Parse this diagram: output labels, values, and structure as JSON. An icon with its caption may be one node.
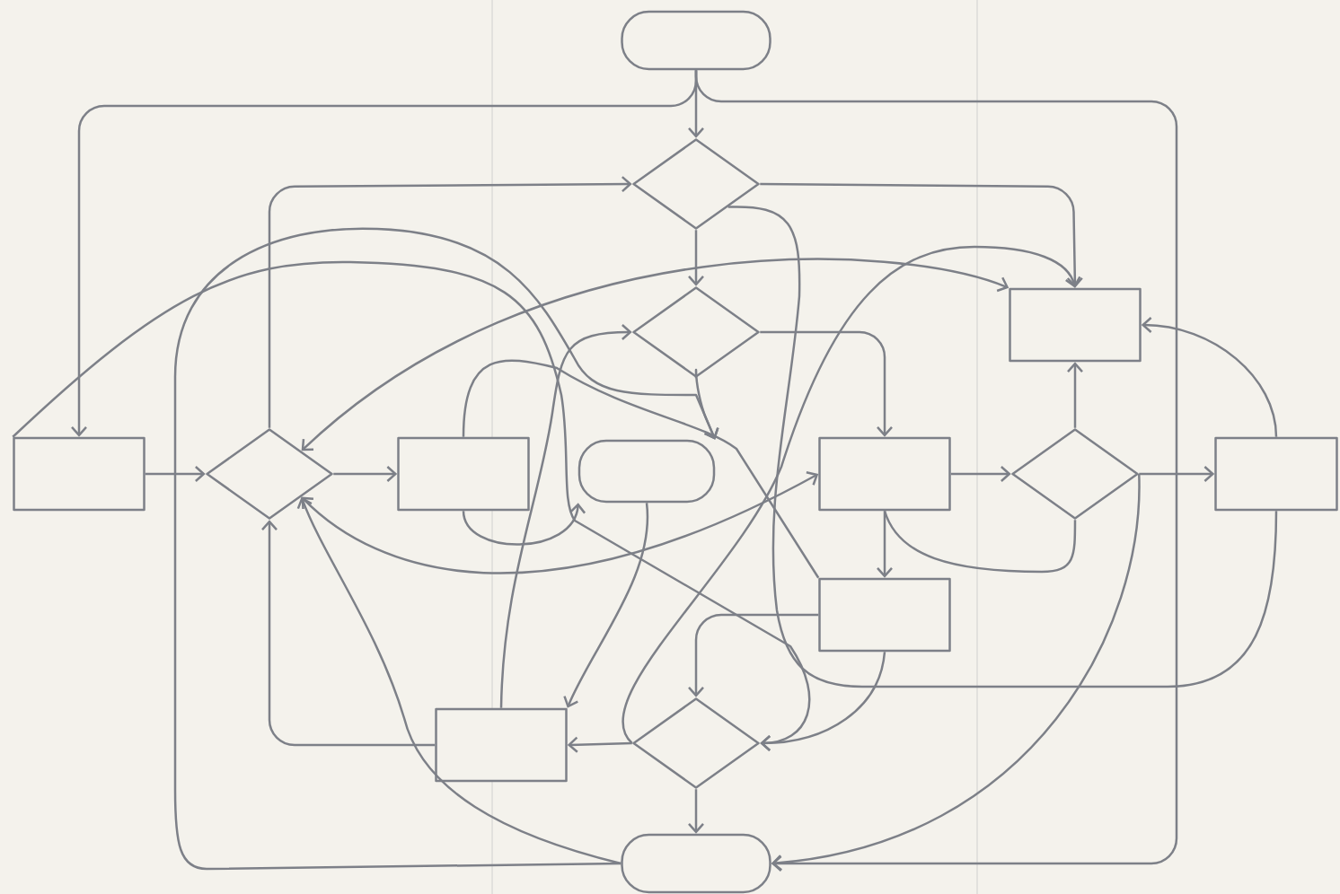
{
  "diagram": {
    "nodes": [
      {
        "text": [],
        "shape": "pill"
      },
      {
        "text": [],
        "shape": "diamond"
      },
      {
        "text": [],
        "shape": "diamond"
      },
      {
        "text": [],
        "shape": "box"
      },
      {
        "text": [],
        "shape": "box"
      },
      {
        "text": [],
        "shape": "diamond"
      },
      {
        "text": [],
        "shape": "box"
      },
      {
        "text": [],
        "shape": "pill"
      },
      {
        "text": [],
        "shape": "box"
      },
      {
        "text": [],
        "shape": "diamond"
      },
      {
        "text": [],
        "shape": "box"
      },
      {
        "text": [],
        "shape": "box"
      },
      {
        "text": [],
        "shape": "box"
      },
      {
        "text": [],
        "shape": "diamond"
      },
      {
        "text": [],
        "shape": "pill"
      }
    ],
    "edges": [
      {
        "from": 0,
        "to": 1,
        "arrow": "to"
      },
      {
        "from": 0,
        "to": 4,
        "arrow": "to"
      },
      {
        "from": 0,
        "to": 14,
        "arrow": "to"
      },
      {
        "from": 4,
        "to": 5,
        "arrow": "to"
      },
      {
        "from": 5,
        "to": 6,
        "arrow": "to"
      },
      {
        "from": 5,
        "to": 1,
        "arrow": "to"
      },
      {
        "from": 1,
        "to": 2,
        "arrow": "to"
      },
      {
        "from": 1,
        "to": 3,
        "arrow": "to"
      },
      {
        "from": 1,
        "to": 10,
        "arrow": "none"
      },
      {
        "from": 2,
        "to": 7,
        "arrow": "to"
      },
      {
        "from": 2,
        "to": 8,
        "arrow": "to"
      },
      {
        "from": 12,
        "to": 2,
        "arrow": "to"
      },
      {
        "from": 3,
        "to": 5,
        "arrow": "both"
      },
      {
        "from": 4,
        "to": 13,
        "arrow": "to"
      },
      {
        "from": 14,
        "to": 7,
        "arrow": "to"
      },
      {
        "from": 6,
        "to": 7,
        "arrow": "to"
      },
      {
        "from": 6,
        "to": 11,
        "arrow": "none"
      },
      {
        "from": 8,
        "to": 9,
        "arrow": "to"
      },
      {
        "from": 9,
        "to": 10,
        "arrow": "to"
      },
      {
        "from": 9,
        "to": 3,
        "arrow": "to"
      },
      {
        "from": 8,
        "to": 11,
        "arrow": "to"
      },
      {
        "from": 8,
        "to": 9,
        "arrow": "none"
      },
      {
        "from": 10,
        "to": 3,
        "arrow": "to"
      },
      {
        "from": 11,
        "to": 13,
        "arrow": "to"
      },
      {
        "from": 11,
        "to": 13,
        "arrow": "to"
      },
      {
        "from": 13,
        "to": 12,
        "arrow": "to"
      },
      {
        "from": 13,
        "to": 14,
        "arrow": "to"
      },
      {
        "from": 12,
        "to": 5,
        "arrow": "to"
      },
      {
        "from": 14,
        "to": 5,
        "arrow": "to"
      },
      {
        "from": 9,
        "to": 14,
        "arrow": "to"
      },
      {
        "from": 13,
        "to": 3,
        "arrow": "to"
      },
      {
        "from": 7,
        "to": 12,
        "arrow": "to"
      },
      {
        "from": 5,
        "to": 8,
        "arrow": "both"
      }
    ]
  }
}
